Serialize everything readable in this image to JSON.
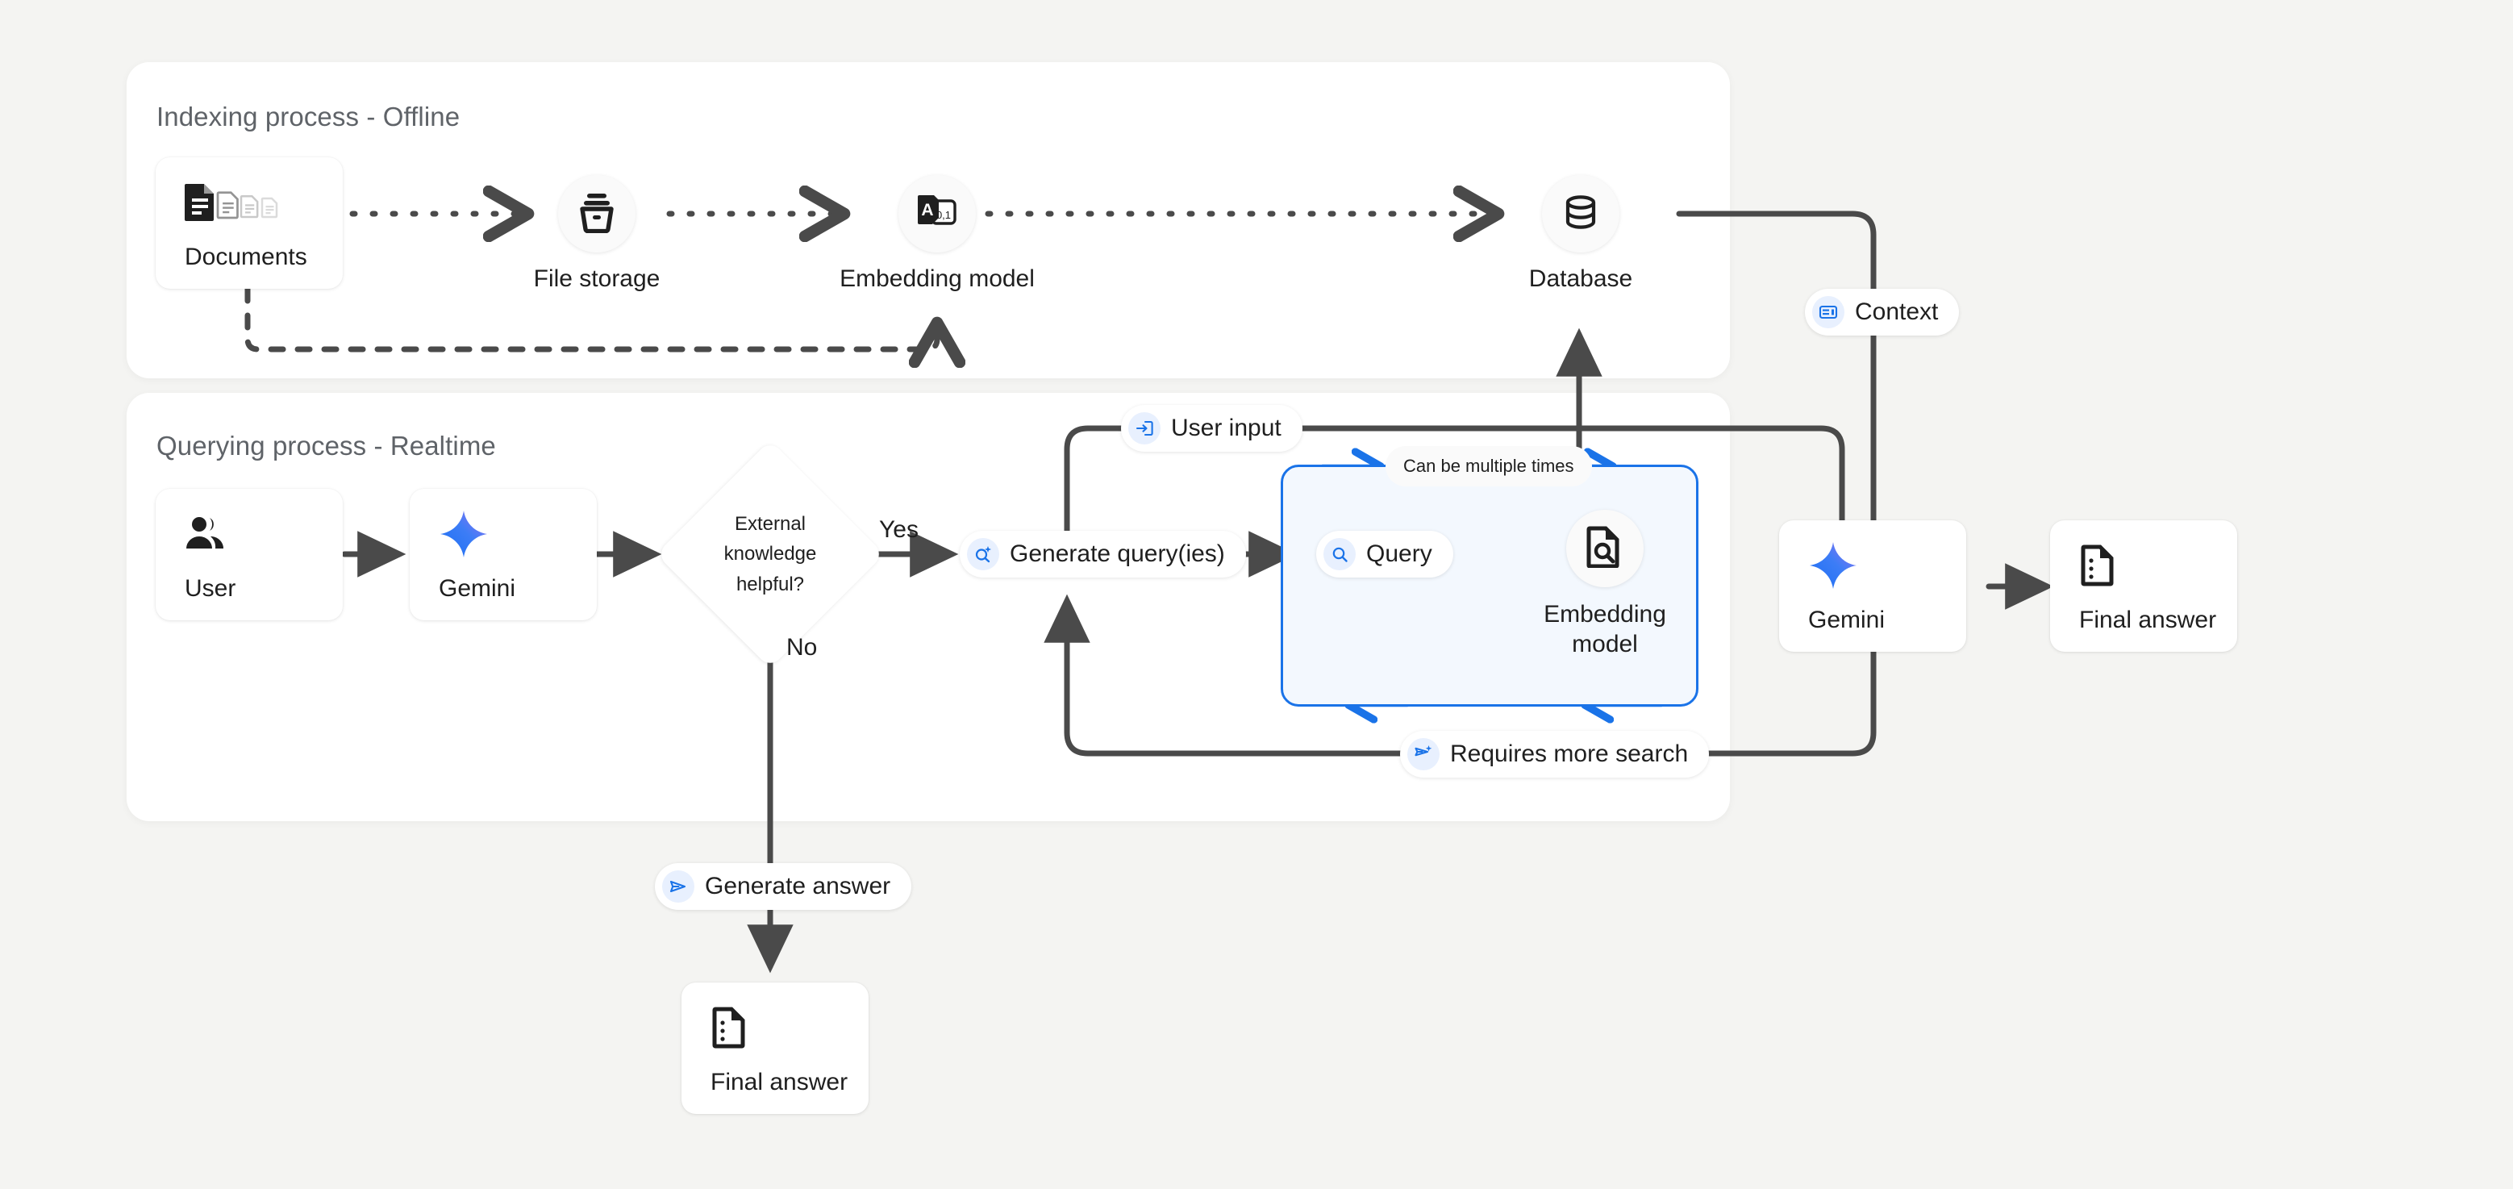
{
  "background_color": "#f4f4f2",
  "accent_color": "#1a73e8",
  "line_color": "#4a4a4a",
  "panels": [
    {
      "id": "indexing",
      "title": "Indexing process - Offline"
    },
    {
      "id": "querying",
      "title": "Querying process - Realtime"
    }
  ],
  "indexing": {
    "title": "Indexing process - Offline",
    "nodes": [
      {
        "id": "documents",
        "label": "Documents",
        "icon": "documents-icon",
        "shape": "card"
      },
      {
        "id": "file-storage",
        "label": "File storage",
        "icon": "file-storage-icon",
        "shape": "circle"
      },
      {
        "id": "embedding-model",
        "label": "Embedding model",
        "icon": "embedding-model-icon",
        "shape": "circle"
      },
      {
        "id": "database",
        "label": "Database",
        "icon": "database-icon",
        "shape": "circle"
      }
    ]
  },
  "querying": {
    "title": "Querying process - Realtime",
    "nodes": [
      {
        "id": "user",
        "label": "User",
        "icon": "user-group-icon",
        "shape": "card"
      },
      {
        "id": "gemini",
        "label": "Gemini",
        "icon": "gemini-sparkle-icon",
        "shape": "card"
      },
      {
        "id": "embedding-model2",
        "label": "Embedding model",
        "icon": "doc-search-icon",
        "shape": "circle"
      },
      {
        "id": "gemini-2",
        "label": "Gemini",
        "icon": "gemini-sparkle-icon",
        "shape": "card"
      },
      {
        "id": "final-answer",
        "label": "Final answer",
        "icon": "final-answer-icon",
        "shape": "card"
      },
      {
        "id": "final-answer-2",
        "label": "Final answer",
        "icon": "final-answer-icon",
        "shape": "card"
      }
    ],
    "decision": {
      "id": "external-knowledge-decision",
      "line1": "External",
      "line2": "knowledge",
      "line3": "helpful?"
    },
    "branch_labels": {
      "yes": "Yes",
      "no": "No"
    },
    "pills": [
      {
        "id": "context",
        "label": "Context",
        "icon": "context-icon"
      },
      {
        "id": "user-input",
        "label": "User input",
        "icon": "user-input-icon"
      },
      {
        "id": "generate-queries",
        "label": "Generate query(ies)",
        "icon": "search-sparkle-icon"
      },
      {
        "id": "query",
        "label": "Query",
        "icon": "search-icon"
      },
      {
        "id": "requires-more-search",
        "label": "Requires more search",
        "icon": "send-sparkle-icon"
      },
      {
        "id": "generate-answer",
        "label": "Generate answer",
        "icon": "send-icon"
      }
    ],
    "loop_note": "Can be multiple times"
  }
}
